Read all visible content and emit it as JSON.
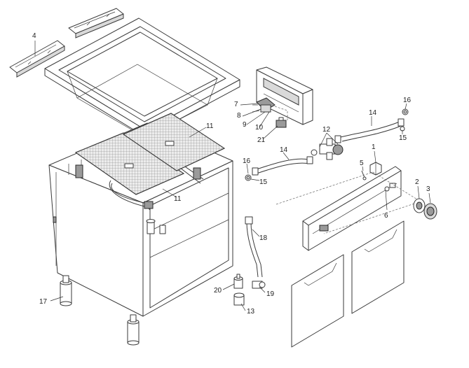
{
  "diagram": {
    "type": "exploded-parts-view",
    "callouts": [
      "1",
      "2",
      "3",
      "4",
      "5",
      "6",
      "7",
      "8",
      "9",
      "10",
      "11",
      "11",
      "12",
      "13",
      "14",
      "14",
      "15",
      "15",
      "16",
      "16",
      "17",
      "18",
      "19",
      "20",
      "21"
    ]
  }
}
